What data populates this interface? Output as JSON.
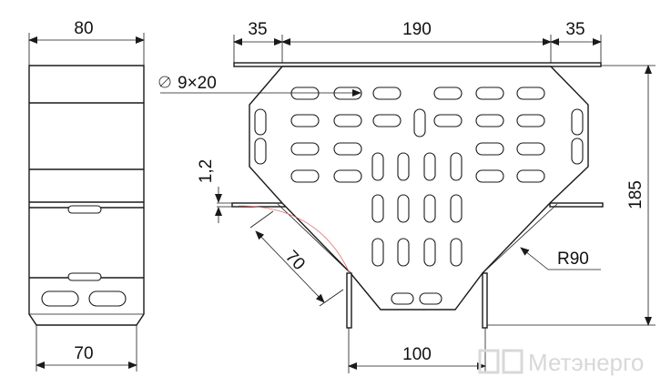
{
  "dimensions": {
    "side_width_top": "80",
    "side_width_bottom": "70",
    "flange_left": "35",
    "top_width": "190",
    "flange_right": "35",
    "hole": "9×20",
    "thickness": "1,2",
    "branch_length": "70",
    "radius": "R90",
    "height": "185",
    "bottom_width": "100"
  },
  "watermark": "Метэнерго",
  "colors": {
    "line": "#1a1a1a",
    "background": "#ffffff",
    "watermark": "#d8d8d8"
  }
}
